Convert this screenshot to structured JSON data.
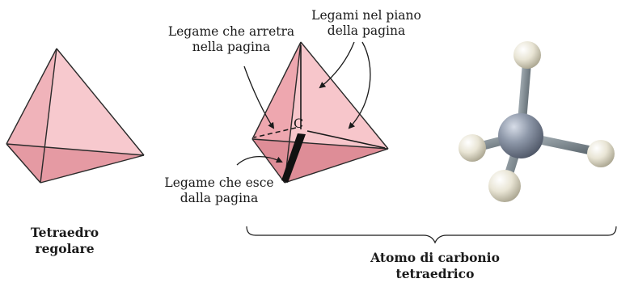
{
  "figure": {
    "left": {
      "caption_line1": "Tetraedro",
      "caption_line2": "regolare"
    },
    "middle": {
      "atom_label": "C",
      "back_bond_line1": "Legame che arretra",
      "back_bond_line2": "nella pagina",
      "plane_bonds_line1": "Legami nel piano",
      "plane_bonds_line2": "della pagina",
      "front_bond_line1": "Legame che esce",
      "front_bond_line2": "dalla pagina"
    },
    "group_caption_line1": "Atomo di carbonio",
    "group_caption_line2": "tetraedrico"
  },
  "colors": {
    "tetra_light": "#f6c3c8",
    "tetra_mid": "#eea3ab",
    "tetra_dark": "#dd8791",
    "edge": "#2a2a2a",
    "carbon": "#8a93a3",
    "hydrogen": "#e8e4d6",
    "bond": "#7f8b92"
  }
}
